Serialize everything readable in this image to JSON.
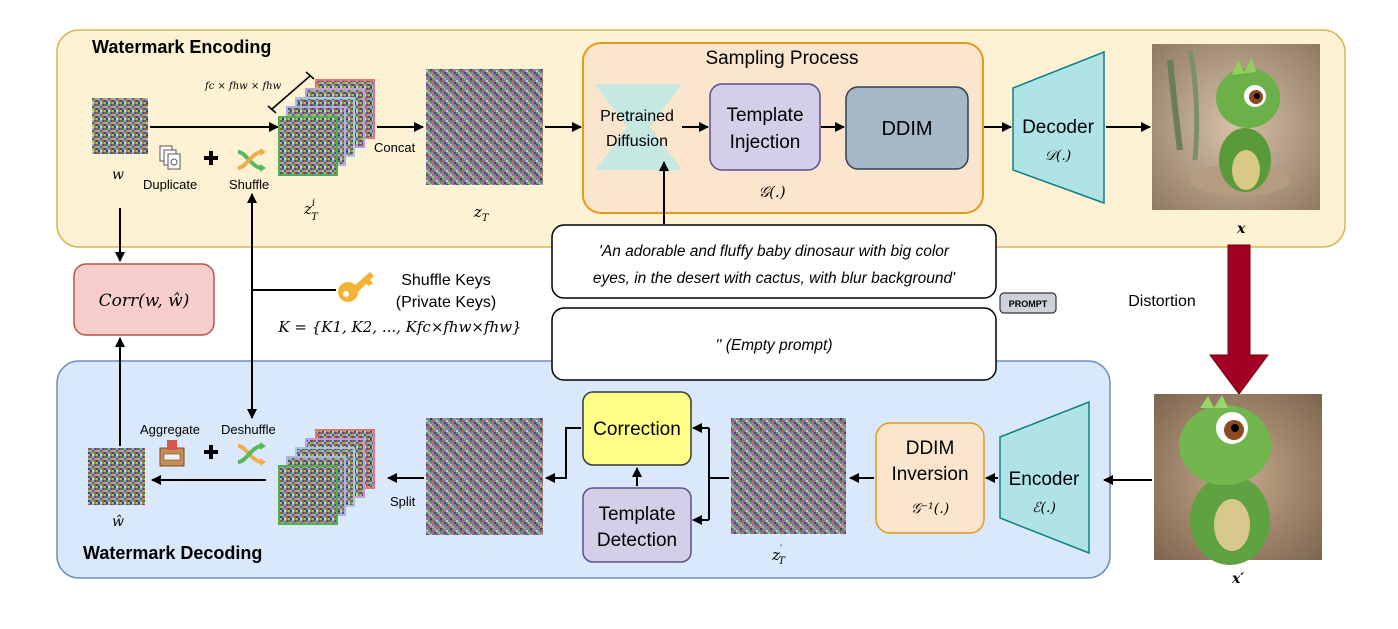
{
  "encoding": {
    "title": "Watermark Encoding",
    "w_label": "w",
    "duplicate_label": "Duplicate",
    "shuffle_label": "Shuffle",
    "dims_label": "fc × fhw × fhw",
    "zti_label": "z",
    "zti_sup": "i",
    "zti_sub": "T",
    "concat_label": "Concat",
    "zt_label": "z",
    "zt_sub": "T",
    "sampling_title": "Sampling Process",
    "pretrained_line1": "Pretrained",
    "pretrained_line2": "Diffusion",
    "template_line1": "Template",
    "template_line2": "Injection",
    "ddim_label": "DDIM",
    "g_label": "𝒢(.)",
    "decoder_label": "Decoder",
    "decoder_sub": "𝒟(.)",
    "x_label": "x"
  },
  "prompts": {
    "main_line1": "'An adorable and fluffy baby dinosaur with big color",
    "main_line2": "eyes, in the desert with cactus, with blur background'",
    "badge": "PROMPT",
    "empty": "'' (Empty prompt)"
  },
  "middle": {
    "corr_label": "Corr(w, ŵ)",
    "keys_line1": "Shuffle Keys",
    "keys_line2": "(Private Keys)",
    "keys_formula": "K = {K1, K2, ..., Kfc×fhw×fhw}",
    "distortion_label": "Distortion"
  },
  "decoding": {
    "title": "Watermark Decoding",
    "what_label": "ŵ",
    "aggregate_label": "Aggregate",
    "deshuffle_label": "Deshuffle",
    "split_label": "Split",
    "correction_label": "Correction",
    "detect_line1": "Template",
    "detect_line2": "Detection",
    "zt_prime_label": "z",
    "zt_prime_sub": "T",
    "inversion_line1": "DDIM",
    "inversion_line2": "Inversion",
    "ginv_label": "𝒢⁻¹(.)",
    "encoder_label": "Encoder",
    "encoder_sub": "ℰ(.)",
    "xprime_label": "x′"
  },
  "colors": {
    "encoding_bg": "#fdf3d4",
    "encoding_border": "#d6b656",
    "decoding_bg": "#dae8fc",
    "decoding_border": "#6c8ebf",
    "sampling_bg": "#fce5cd",
    "sampling_border": "#e09b1c",
    "template_bg": "#d4cee8",
    "ddim_bg": "#a6b7c8",
    "decoder_bg": "#b0e3e6",
    "corr_bg": "#f8cecc",
    "corr_border": "#b85450",
    "correction_bg": "#ffff88",
    "arrow_red": "#a20025"
  },
  "icons": [
    "duplicate-icon",
    "shuffle-icon",
    "plus-icon",
    "key-icon",
    "ballot-box-icon",
    "deshuffle-icon",
    "prompt-badge-icon"
  ]
}
